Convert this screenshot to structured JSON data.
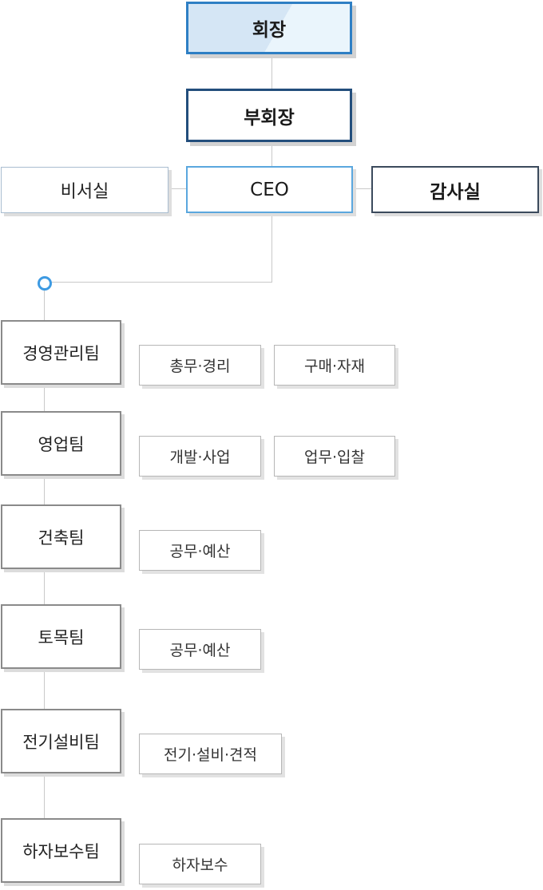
{
  "org": {
    "chairman": "회장",
    "vice_chairman": "부회장",
    "secretary": "비서실",
    "ceo": "CEO",
    "audit": "감사실",
    "teams": [
      {
        "name": "경영관리팀",
        "subs": [
          "총무·경리",
          "구매·자재"
        ]
      },
      {
        "name": "영업팀",
        "subs": [
          "개발·사업",
          "업무·입찰"
        ]
      },
      {
        "name": "건축팀",
        "subs": [
          "공무·예산"
        ]
      },
      {
        "name": "토목팀",
        "subs": [
          "공무·예산"
        ]
      },
      {
        "name": "전기설비팀",
        "subs": [
          "전기·설비·견적"
        ]
      },
      {
        "name": "하자보수팀",
        "subs": [
          "하자보수"
        ]
      }
    ]
  },
  "colors": {
    "chairman_border": "#2e7fc4",
    "vice_border": "#234e7c",
    "ceo_border": "#5aa7de",
    "audit_border": "#3b4a5c",
    "connector": "#c9c9c9",
    "dot": "#3d9ae2"
  }
}
